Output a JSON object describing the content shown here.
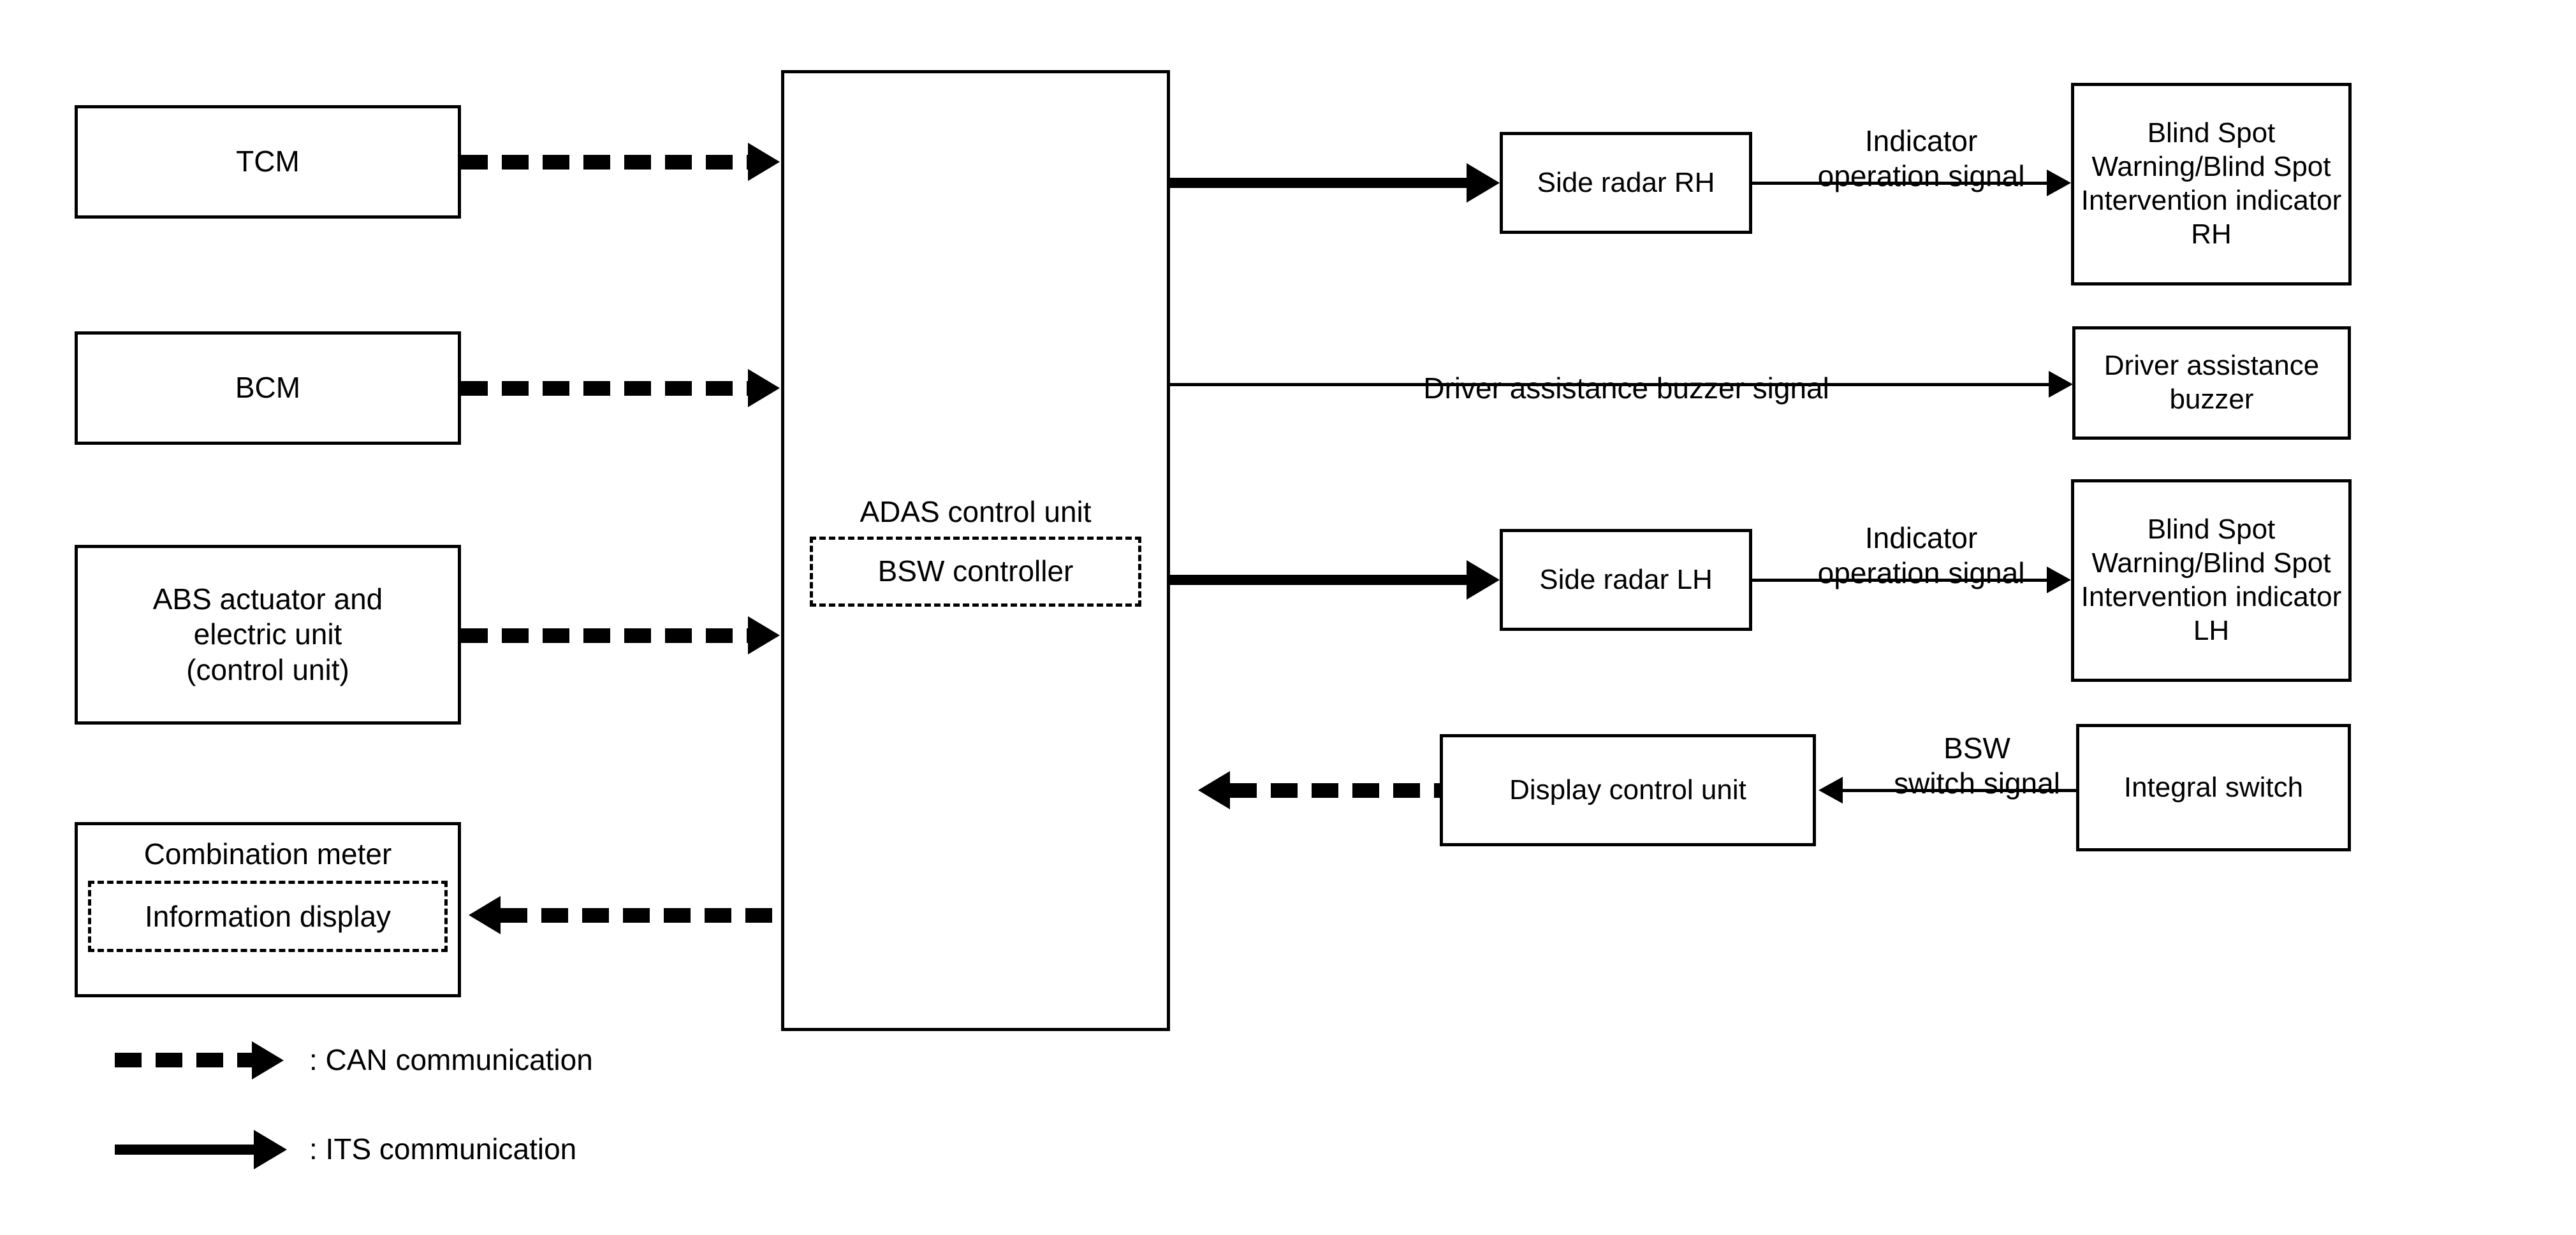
{
  "diagram": {
    "title": "BSW System Diagram",
    "nodes": {
      "tcm": {
        "label": "TCM"
      },
      "bcm": {
        "label": "BCM"
      },
      "abs": {
        "line1": "ABS actuator and",
        "line2": "electric unit",
        "line3": "(control unit)"
      },
      "combination_meter": {
        "label": "Combination meter",
        "sub_label": "Information display"
      },
      "adas": {
        "label": "ADAS control unit",
        "sub_label": "BSW controller"
      },
      "side_radar_rh": {
        "label": "Side radar RH"
      },
      "side_radar_lh": {
        "label": "Side radar LH"
      },
      "indicator_rh": {
        "line1": "Blind Spot",
        "line2": "Warning/Blind Spot",
        "line3": "Intervention indicator",
        "line4": "RH"
      },
      "indicator_lh": {
        "line1": "Blind Spot",
        "line2": "Warning/Blind Spot",
        "line3": "Intervention indicator",
        "line4": "LH"
      },
      "buzzer": {
        "label": "Driver assistance buzzer"
      },
      "display_control_unit": {
        "label": "Display control unit"
      },
      "integral_switch": {
        "label": "Integral switch"
      }
    },
    "signal_labels": {
      "indicator_rh": {
        "line1": "Indicator",
        "line2": "operation signal"
      },
      "indicator_lh": {
        "line1": "Indicator",
        "line2": "operation signal"
      },
      "buzzer": {
        "line1": "Driver assistance buzzer signal"
      },
      "bsw_switch": {
        "line1": "BSW",
        "line2": "switch signal"
      }
    },
    "legend": {
      "can": {
        "text": ": CAN communication",
        "kind": "can-arrow"
      },
      "its": {
        "text": ": ITS communication",
        "kind": "its-arrow"
      }
    },
    "colors": {
      "stroke": "#000000",
      "background": "#ffffff"
    }
  }
}
